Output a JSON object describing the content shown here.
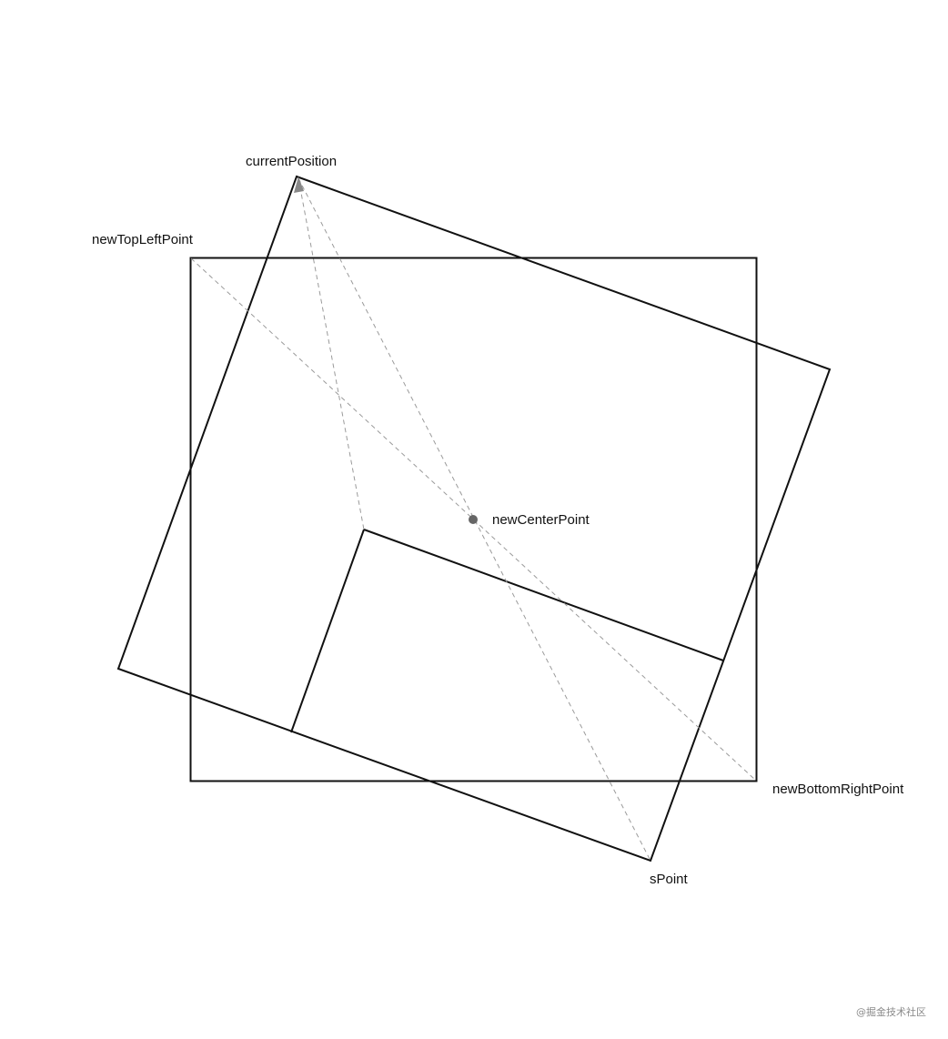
{
  "labels": {
    "current_position": "currentPosition",
    "new_top_left_point": "newTopLeftPoint",
    "new_center_point": "newCenterPoint",
    "new_bottom_right_point": "newBottomRightPoint",
    "s_point": "sPoint"
  },
  "watermark": "@掘金技术社区",
  "colors": {
    "shape_stroke": "#111111",
    "guide_stroke": "#9a9a9a",
    "center_dot": "#666666",
    "arrow_head": "#888888"
  }
}
